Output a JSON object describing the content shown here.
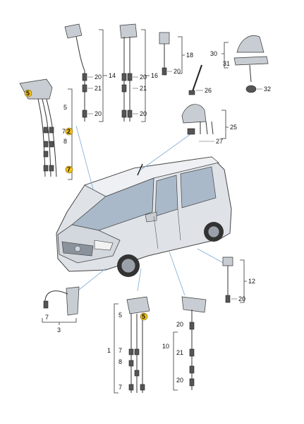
{
  "labels": {
    "p14": "14",
    "p16": "16",
    "p18": "18",
    "p20": "20",
    "p21": "21",
    "p26": "26",
    "p25": "25",
    "p27": "27",
    "p30": "30",
    "p31": "31",
    "p32": "32",
    "p5": "5",
    "p2": "2",
    "p7": "7",
    "p8": "8",
    "p12": "12",
    "p3": "3",
    "p1": "1",
    "p10": "10"
  },
  "colors": {
    "highlight": "#f4c21b",
    "line": "#333333",
    "beam": "#7aa9d6"
  }
}
